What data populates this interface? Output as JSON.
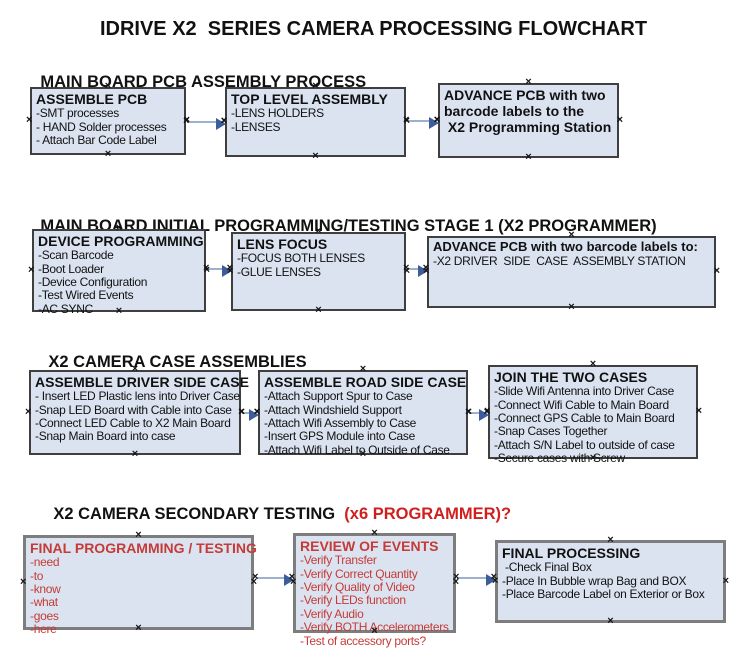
{
  "palette": {
    "box_fill": "#dbe3f1",
    "box_border": "#3f3f3f",
    "gray_border": "#7d7d7d",
    "arrow_line": "#9cb0d0",
    "arrow_head": "#3c5c9c",
    "red_heading": "#cf1f1f",
    "red_text": "#c53b36"
  },
  "title": "IDRIVE X2  SERIES CAMERA PROCESSING FLOWCHART",
  "sections": [
    {
      "heading": "MAIN BOARD PCB ASSEMBLY PROCESS",
      "boxes": [
        {
          "title": "ASSEMBLE PCB",
          "items": [
            "-SMT processes",
            "- HAND Solder processes",
            "- Attach Bar Code Label"
          ]
        },
        {
          "title": "TOP LEVEL ASSEMBLY",
          "items": [
            "-LENS HOLDERS",
            "-LENSES"
          ]
        },
        {
          "title": "ADVANCE PCB with two\nbarcode labels to the\n X2 Programming Station",
          "items": []
        }
      ]
    },
    {
      "heading": "MAIN BOARD INITIAL PROGRAMMING/TESTING STAGE 1 (X2 PROGRAMMER)",
      "boxes": [
        {
          "title": "DEVICE PROGRAMMING",
          "items": [
            "-Scan Barcode",
            "-Boot Loader",
            "-Device Configuration",
            "-Test Wired Events",
            "-AC SYNC"
          ]
        },
        {
          "title": "LENS FOCUS",
          "items": [
            "-FOCUS BOTH LENSES",
            "-GLUE LENSES"
          ]
        },
        {
          "title": "ADVANCE PCB with two barcode labels to:",
          "items": [
            "-X2 DRIVER  SIDE  CASE  ASSEMBLY STATION"
          ]
        }
      ]
    },
    {
      "heading": "X2 CAMERA CASE ASSEMBLIES",
      "boxes": [
        {
          "title": "ASSEMBLE DRIVER SIDE CASE",
          "items": [
            "- Insert LED Plastic lens into Driver Case",
            "-Snap LED Board with Cable into Case",
            "-Connect LED Cable to X2 Main Board",
            "-Snap Main Board into case"
          ]
        },
        {
          "title": "ASSEMBLE ROAD SIDE CASE",
          "items": [
            "-Attach Support Spur to Case",
            "-Attach Windshield Support",
            "-Attach Wifi Assembly to Case",
            "-Insert GPS Module into Case",
            "-Attach Wifi Label to Outside of Case"
          ]
        },
        {
          "title": "JOIN THE TWO CASES",
          "items": [
            "-Slide Wifi Antenna into Driver Case",
            "-Connect Wifi Cable to Main Board",
            "-Connect GPS Cable to Main Board",
            "-Snap Cases Together",
            "-Attach S/N Label to outside of case",
            "-Secure cases with Screw"
          ]
        }
      ]
    },
    {
      "heading": "X2 CAMERA SECONDARY TESTING  ",
      "heading_red": "(x6 PROGRAMMER)?",
      "boxes": [
        {
          "title": "FINAL PROGRAMMING / TESTING",
          "items": [
            "-need",
            "-to",
            "-know",
            "-what",
            "-goes",
            "-here"
          ]
        },
        {
          "title": "REVIEW OF EVENTS",
          "items": [
            "-Verify Transfer",
            "-Verify Correct Quantity",
            "-Verify Quality of Video",
            "-Verify LEDs function",
            "-Verify Audio",
            "-Verify BOTH Accelerometers",
            "-Test of accessory ports?"
          ]
        },
        {
          "title": "FINAL PROCESSING",
          "items": [
            " -Check Final Box",
            "-Place In Bubble wrap Bag and BOX",
            "-Place Barcode Label on Exterior or Box"
          ]
        }
      ]
    }
  ]
}
